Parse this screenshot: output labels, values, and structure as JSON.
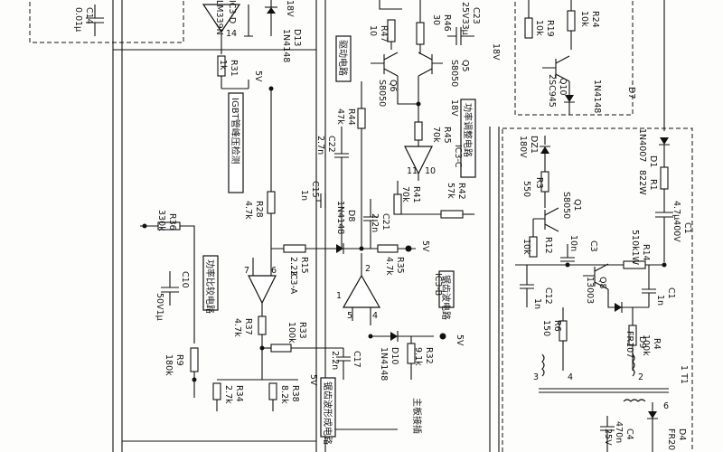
{
  "labels": {
    "c14": "C14",
    "c14v": "0.01μ",
    "c3d": "IC3-D",
    "lm339": "LM339N",
    "pin14": "14",
    "r31": "R31",
    "r31v": "1k",
    "d13": "D13",
    "d13v": "1N4148",
    "v18a": "18V",
    "v5a": "5V",
    "igbt": "IGBT管峰压检测",
    "r28": "R28",
    "r28v": "4.7k",
    "r36": "R36",
    "r36v": "330k",
    "gonglv_jiaozheng": "功率比较电路",
    "c10": "C10",
    "c10v": "50V1μ",
    "ic3a": "IC3-A",
    "pin6": "6",
    "pin7": "7",
    "r37": "R37",
    "r37v": "4.7k",
    "r9": "R9",
    "r9v": "180k",
    "r34": "R34",
    "r34v": "2.7k",
    "r38": "R38",
    "r38v": "8.2k",
    "v5b": "5V",
    "qudong": "驱动电路",
    "r47": "R47",
    "r47v": "10",
    "r46": "R46",
    "r46v": "30",
    "c23": "C23",
    "c23v": "25V33μ",
    "v18b": "18V",
    "q6": "Q6",
    "q6v": "S8050",
    "q5": "Q5",
    "q5v": "S8050",
    "r44": "R44",
    "r44v": "47k",
    "r45": "R45",
    "r45v": "70k",
    "v18c": "18V",
    "gonglv_tiaozheng": "功率调整电路",
    "ic3c": "IC3-C",
    "pin10": "10",
    "pin11": "11",
    "c22": "C22",
    "c22v": "2.7n",
    "c15": "C15",
    "c15v": "1n",
    "r41": "R41",
    "r41v": "70k",
    "r42": "R42",
    "r42v": "57k",
    "d8": "D8",
    "d8v": "1N4148",
    "c21": "C21",
    "c21v": "2.2n",
    "r15": "R15",
    "r15v": "2.22",
    "r35": "R35",
    "r35v": "4.7k",
    "v5c": "5V",
    "pin2": "2",
    "pin1": "1",
    "pin4": "4",
    "pin5": "5",
    "xiezhen": "锯齿波电路",
    "ic3b": "IC3-B",
    "r33": "R33",
    "r33v": "100k",
    "c17": "C17",
    "c17v": "2.2n",
    "d10": "D10",
    "d10v": "1N4148",
    "r32": "R32",
    "r32v": "9.1k",
    "v5d": "5V",
    "xiezhen_xingcheng": "锯齿波形成电路",
    "zhuban": "主板接插",
    "r19": "R19",
    "r19v": "10k",
    "r24": "R24",
    "r24v": "10k",
    "q10": "Q10",
    "q10v": "2SC945",
    "d7": "D7",
    "d7v": "1N4148",
    "d1": "D1",
    "d1v": "1N4007",
    "dz1": "DZ1",
    "dz1v": "180V",
    "r1": "R1",
    "r1v": "822W",
    "r3": "R3",
    "r3v": "550",
    "q1": "Q1",
    "q1v": "S8050",
    "c1top": "C1",
    "c1topv": "4.7μ400V",
    "r12": "R12",
    "r12v": "10k",
    "c3": "C3",
    "c3v": "10n",
    "r14": "R14",
    "r14v": "510k1W",
    "c12": "C12",
    "c12v": "1n",
    "q8": "Q8",
    "q8v": "13003",
    "c1": "C1",
    "c1v": "1n",
    "r6": "R6",
    "r6v": "150",
    "d9": "D9",
    "d9v": "FR107",
    "r4": "R4",
    "r4v": "100k",
    "t1": "1 T1",
    "t1a": "4",
    "t1b": "3",
    "t1c": "2",
    "t1d": "6",
    "d4": "D4",
    "d4v": "FR20",
    "c4": "C4",
    "c4v": "470n",
    "c4v2": "25V"
  }
}
